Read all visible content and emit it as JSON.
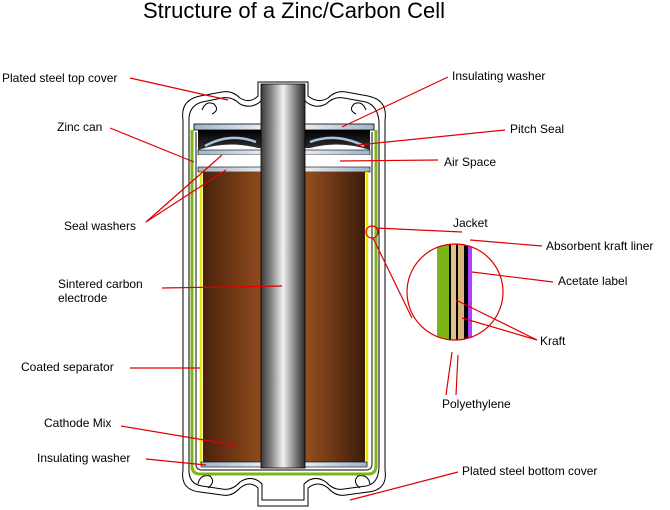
{
  "title": "Structure of a Zinc/Carbon Cell",
  "labels": {
    "top_cover": "Plated steel top cover",
    "zinc_can": "Zinc can",
    "seal_washers": "Seal washers",
    "carbon_electrode_line1": "Sintered carbon",
    "carbon_electrode_line2": "electrode",
    "coated_separator": "Coated separator",
    "cathode_mix": "Cathode Mix",
    "insulating_washer_bottom": "Insulating washer",
    "insulating_washer_top": "Insulating washer",
    "pitch_seal": "Pitch Seal",
    "air_space": "Air Space",
    "jacket": "Jacket",
    "absorbent_kraft_liner": "Absorbent kraft liner",
    "acetate_label": "Acetate label",
    "kraft": "Kraft",
    "polyethylene": "Polyethylene",
    "bottom_cover": "Plated steel bottom cover"
  },
  "colors": {
    "leader_lines": "#e00000",
    "cathode_mix": "#8b4513",
    "carbon_rod": "#555555",
    "separator": "#e8e800",
    "jacket_green": "#7cb518",
    "acetate_label": "#b040ff"
  }
}
